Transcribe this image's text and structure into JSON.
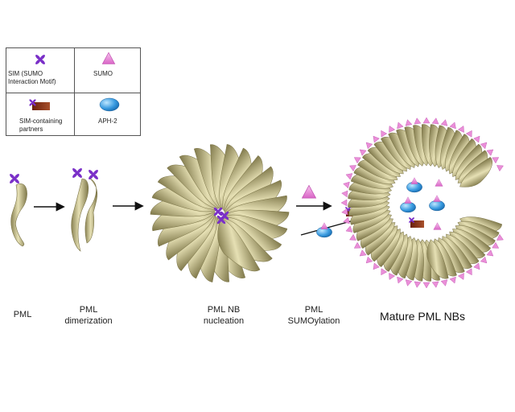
{
  "legend": {
    "sim": "SIM (SUMO Interaction Motif)",
    "sumo": "SUMO",
    "partners": "SIM-containing partners",
    "aph2": "APH-2"
  },
  "stages": {
    "pml": "PML",
    "dimerization": "PML dimerization",
    "nucleation": "PML NB nucleation",
    "sumoylation": "PML SUMOylation",
    "mature": "Mature PML NBs"
  },
  "colors": {
    "pml_protein": "#bdb584",
    "sim": "#7a2fc8",
    "sumo": "#ea8fd8",
    "aph2": "#2b8fd6",
    "partner": "#7a2a12",
    "arrow": "#111111"
  },
  "icons": [
    "sim-icon",
    "sumo-icon",
    "sim-partner-icon",
    "aph2-icon",
    "arrow-icon"
  ]
}
